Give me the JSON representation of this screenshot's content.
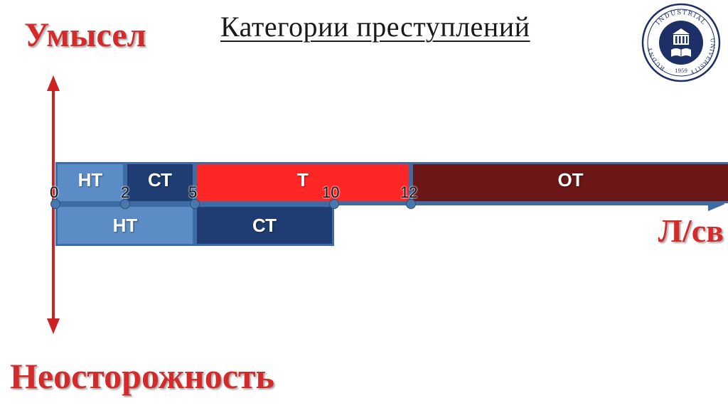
{
  "slide": {
    "title": "Категории преступлений",
    "label_intent": "Умысел",
    "label_negligence": "Неосторожность",
    "axis_label": "Л/св"
  },
  "axis_ticks": [
    "0",
    "2",
    "5",
    "10",
    "12"
  ],
  "intent_row": [
    {
      "label": "НТ",
      "from": 0,
      "to": 2,
      "color": "#5b8cc5"
    },
    {
      "label": "СТ",
      "from": 2,
      "to": 5,
      "color": "#1f3d73"
    },
    {
      "label": "Т",
      "from": 5,
      "to": 12,
      "color": "#ff2626"
    },
    {
      "label": "ОТ",
      "from": 12,
      "to": null,
      "color": "#6b1717"
    }
  ],
  "negligence_row": [
    {
      "label": "НТ",
      "from": 0,
      "to": 5,
      "color": "#5b8cc5"
    },
    {
      "label": "СТ",
      "from": 5,
      "to": 10,
      "color": "#1f3d73"
    }
  ],
  "logo": {
    "top_text": "INDUSTRIAL",
    "left_text": "RUDNY",
    "right_text": "UNIVERSITY",
    "year": "1959"
  },
  "colors": {
    "accent_red": "#d42a2a",
    "arrow_red": "#cc2222",
    "axis_blue": "#3f6aa3",
    "logo_navy": "#1c2f66"
  }
}
